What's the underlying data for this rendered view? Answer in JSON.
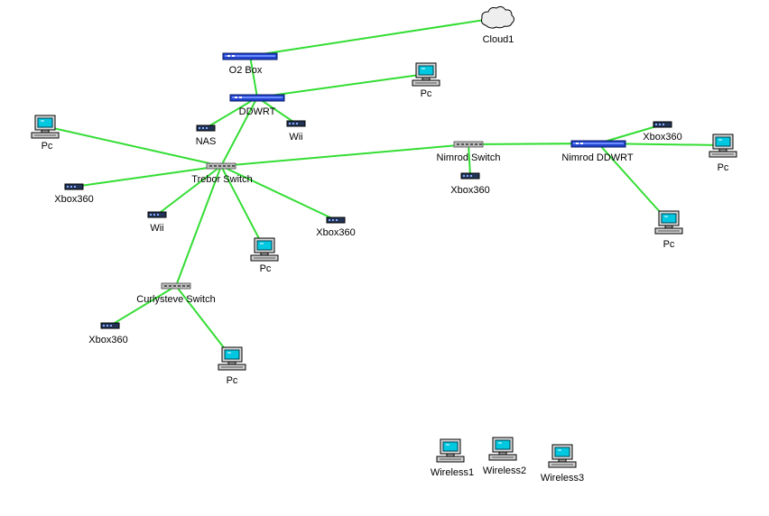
{
  "colors": {
    "background": "#ffffff",
    "link": "#33dd33",
    "router_blue": "#2244cc",
    "switch_gray": "#bbbbbb",
    "monitor_screen": "#00c8e0",
    "console_dark": "#223355",
    "cloud": "#eeeeee"
  },
  "nodes": [
    {
      "id": "cloud1",
      "type": "cloud",
      "icon": "cloud-icon",
      "label": "Cloud1"
    },
    {
      "id": "o2box",
      "type": "router",
      "icon": "router-icon",
      "label": "O2 Box"
    },
    {
      "id": "ddwrt",
      "type": "router",
      "icon": "router-icon",
      "label": "DDWRT"
    },
    {
      "id": "pc_top",
      "type": "pc",
      "icon": "computer-icon",
      "label": "Pc"
    },
    {
      "id": "nas",
      "type": "device",
      "icon": "storage-device-icon",
      "label": "NAS"
    },
    {
      "id": "wii_top",
      "type": "device",
      "icon": "console-icon",
      "label": "Wii"
    },
    {
      "id": "pc_left",
      "type": "pc",
      "icon": "computer-icon",
      "label": "Pc"
    },
    {
      "id": "trebor",
      "type": "switch",
      "icon": "switch-icon",
      "label": "Trebor Switch"
    },
    {
      "id": "xbox_left",
      "type": "device",
      "icon": "console-icon",
      "label": "Xbox360"
    },
    {
      "id": "wii_mid",
      "type": "device",
      "icon": "console-icon",
      "label": "Wii"
    },
    {
      "id": "pc_mid",
      "type": "pc",
      "icon": "computer-icon",
      "label": "Pc"
    },
    {
      "id": "xbox_mid",
      "type": "device",
      "icon": "console-icon",
      "label": "Xbox360"
    },
    {
      "id": "curly",
      "type": "switch",
      "icon": "switch-icon",
      "label": "Curlysteve Switch"
    },
    {
      "id": "xbox_curly",
      "type": "device",
      "icon": "console-icon",
      "label": "Xbox360"
    },
    {
      "id": "pc_curly",
      "type": "pc",
      "icon": "computer-icon",
      "label": "Pc"
    },
    {
      "id": "nimrod_sw",
      "type": "switch",
      "icon": "switch-icon",
      "label": "Nimrod Switch"
    },
    {
      "id": "xbox_nimrod",
      "type": "device",
      "icon": "console-icon",
      "label": "Xbox360"
    },
    {
      "id": "nimrod_dd",
      "type": "router",
      "icon": "router-icon",
      "label": "Nimrod DDWRT"
    },
    {
      "id": "xbox_right",
      "type": "device",
      "icon": "console-icon",
      "label": "Xbox360"
    },
    {
      "id": "pc_right",
      "type": "pc",
      "icon": "computer-icon",
      "label": "Pc"
    },
    {
      "id": "pc_right2",
      "type": "pc",
      "icon": "computer-icon",
      "label": "Pc"
    },
    {
      "id": "wireless1",
      "type": "pc",
      "icon": "computer-icon",
      "label": "Wireless1"
    },
    {
      "id": "wireless2",
      "type": "pc",
      "icon": "computer-icon",
      "label": "Wireless2"
    },
    {
      "id": "wireless3",
      "type": "pc",
      "icon": "computer-icon",
      "label": "Wireless3"
    }
  ],
  "links": [
    [
      "o2box",
      "cloud1"
    ],
    [
      "o2box",
      "ddwrt"
    ],
    [
      "ddwrt",
      "pc_top"
    ],
    [
      "ddwrt",
      "nas"
    ],
    [
      "ddwrt",
      "wii_top"
    ],
    [
      "ddwrt",
      "trebor"
    ],
    [
      "trebor",
      "pc_left"
    ],
    [
      "trebor",
      "xbox_left"
    ],
    [
      "trebor",
      "wii_mid"
    ],
    [
      "trebor",
      "pc_mid"
    ],
    [
      "trebor",
      "xbox_mid"
    ],
    [
      "trebor",
      "curly"
    ],
    [
      "trebor",
      "nimrod_sw"
    ],
    [
      "curly",
      "xbox_curly"
    ],
    [
      "curly",
      "pc_curly"
    ],
    [
      "nimrod_sw",
      "xbox_nimrod"
    ],
    [
      "nimrod_sw",
      "nimrod_dd"
    ],
    [
      "nimrod_dd",
      "xbox_right"
    ],
    [
      "nimrod_dd",
      "pc_right"
    ],
    [
      "nimrod_dd",
      "pc_right2"
    ]
  ]
}
